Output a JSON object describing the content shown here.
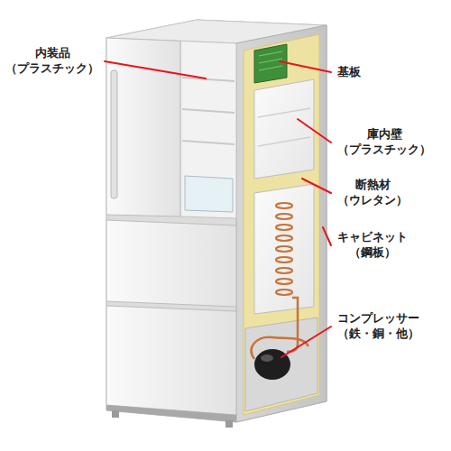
{
  "diagram": {
    "labels": [
      "内装品 （プラスチック）",
      "基板",
      "庫内壁 （プラスチック）",
      "断熱材 （ウレタン）",
      "キャビネット （鋼板）",
      "コンプレッサー （鉄・銅・他）"
    ]
  }
}
